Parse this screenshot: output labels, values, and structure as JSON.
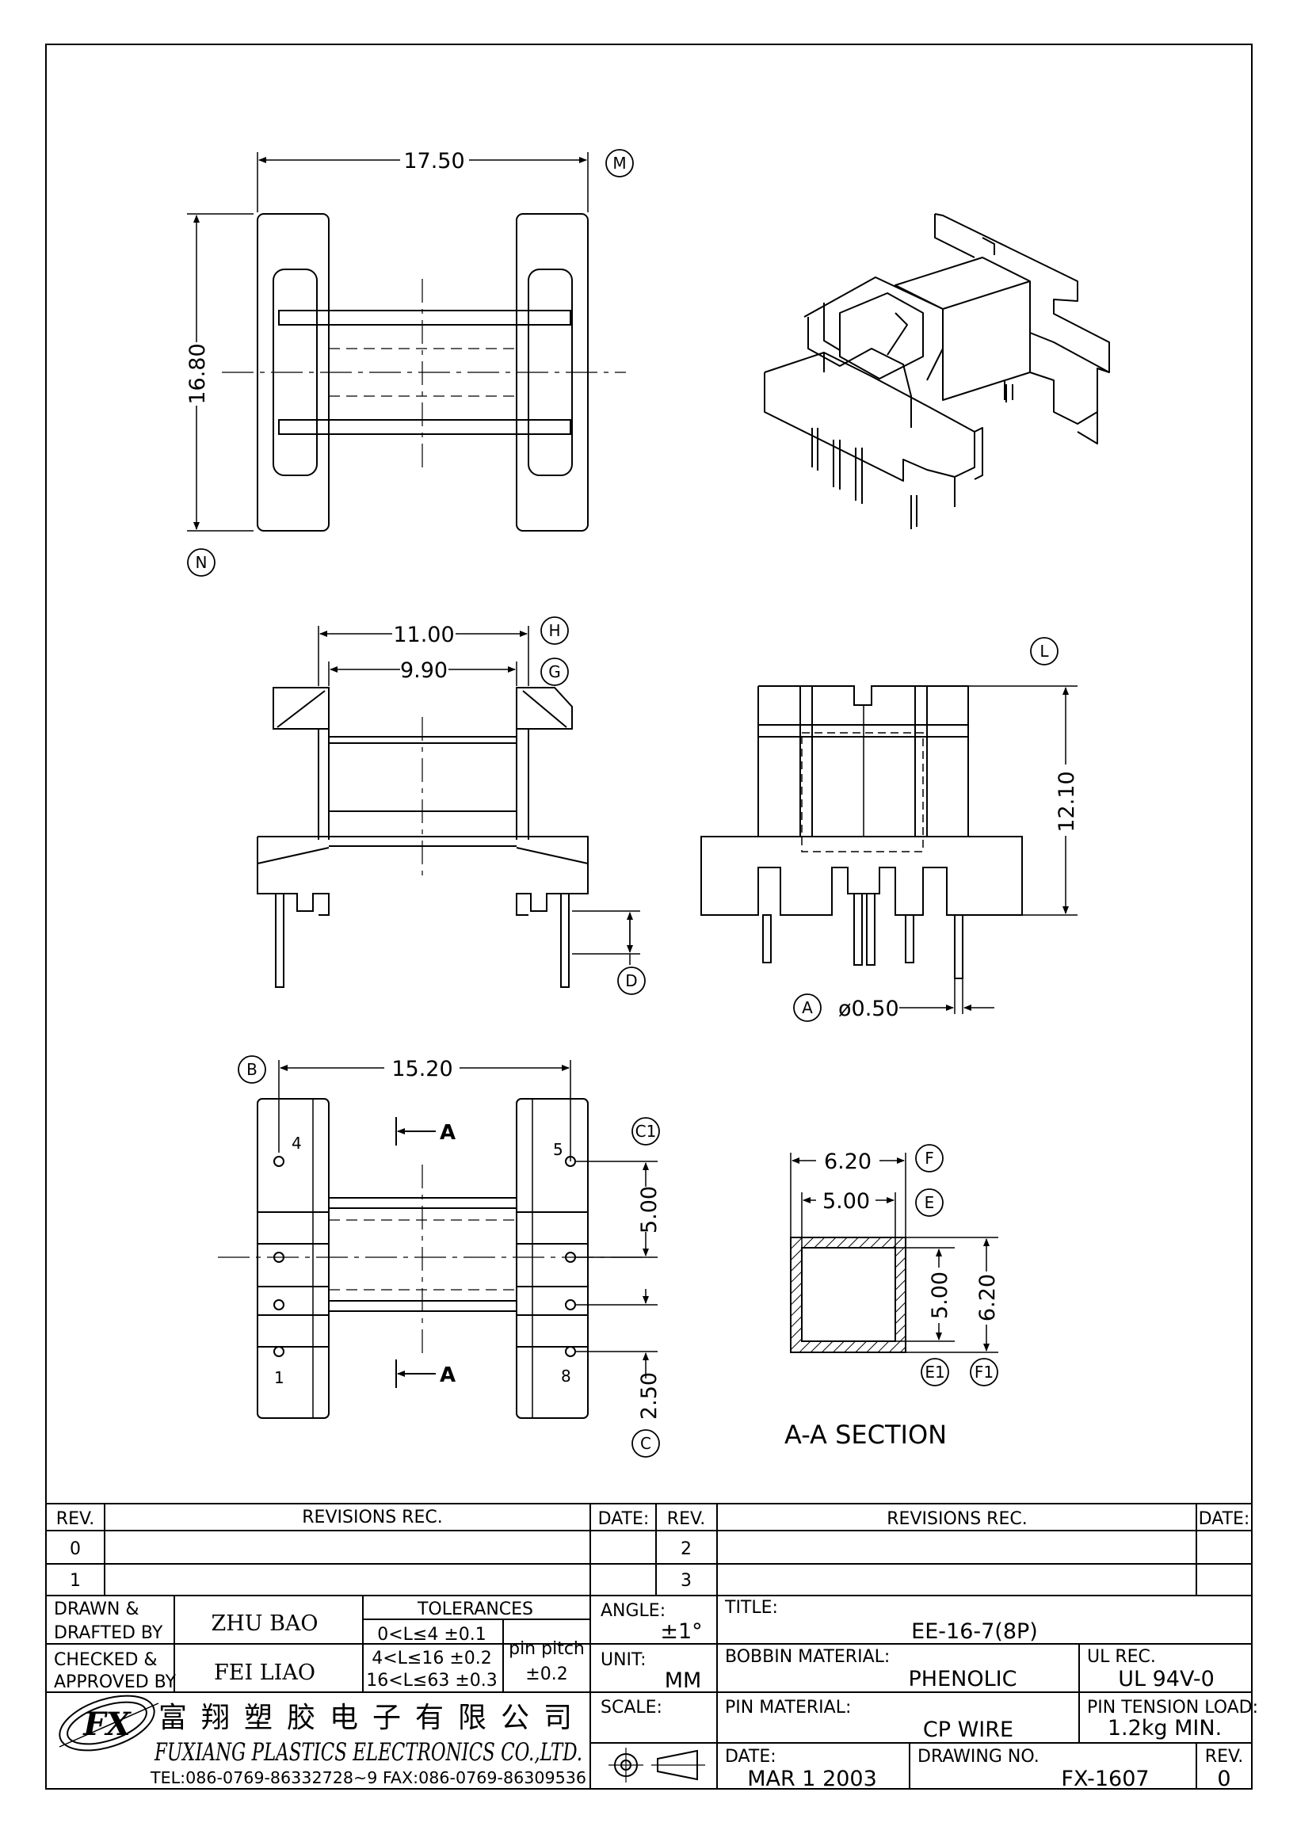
{
  "drawing": {
    "top_view": {
      "dim_width": "17.50",
      "dim_height": "16.80",
      "ref_width": "M",
      "ref_height": "N"
    },
    "side_view": {
      "dim_outer": "11.00",
      "dim_inner": "9.90",
      "ref_outer": "H",
      "ref_inner": "G",
      "ref_pin": "D"
    },
    "front_view": {
      "dim_height": "12.10",
      "ref_height": "L",
      "ref_pin": "A",
      "pin_dia": "ø0.50"
    },
    "bottom_view": {
      "dim_width": "15.20",
      "ref_width": "B",
      "dim_pitch_row": "5.00",
      "ref_pitch_row": "C1",
      "dim_pitch": "2.50",
      "ref_pitch": "C",
      "section_mark": "A",
      "pin_numbers": [
        "4",
        "5",
        "1",
        "8"
      ]
    },
    "section": {
      "dim_outer_w": "6.20",
      "ref_outer_w": "F",
      "dim_inner_w": "5.00",
      "ref_inner_w": "E",
      "dim_inner_h": "5.00",
      "ref_inner_h": "E1",
      "dim_outer_h": "6.20",
      "ref_outer_h": "F1",
      "label": "A-A  SECTION"
    }
  },
  "title_block": {
    "revisions": {
      "h_rev": "REV.",
      "h_rec": "REVISIONS   REC.",
      "h_date": "DATE:",
      "left_revs": [
        "0",
        "1"
      ],
      "right_revs": [
        "2",
        "3"
      ]
    },
    "drawn_label_1": "DRAWN  &",
    "drawn_label_2": "DRAFTED BY",
    "drawn_by": "ZHU BAO",
    "checked_label_1": "CHECKED  &",
    "checked_label_2": "APPROVED BY",
    "checked_by": "FEI LIAO",
    "tolerances_label": "TOLERANCES",
    "tol_rows": [
      "0<L≤4    ±0.1",
      "4<L≤16  ±0.2",
      "16<L≤63  ±0.3"
    ],
    "pin_pitch_label": "pin  pitch",
    "pin_pitch_tol": "±0.2",
    "angle_label": "ANGLE:",
    "angle_value": "±1°",
    "unit_label": "UNIT:",
    "unit_value": "MM",
    "scale_label": "SCALE:",
    "title_label": "TITLE:",
    "title_value": "EE-16-7(8P)",
    "bobbin_label": "BOBBIN  MATERIAL:",
    "bobbin_value": "PHENOLIC",
    "ul_label": "UL  REC.",
    "ul_value": "UL  94V-0",
    "pin_material_label": "PIN  MATERIAL:",
    "pin_material_value": "CP  WIRE",
    "tension_label": "PIN  TENSION  LOAD:",
    "tension_value": "1.2kg  MIN.",
    "date_label": "DATE:",
    "date_value": "MAR  1    2003",
    "drawing_no_label": "DRAWING  NO.",
    "drawing_no_value": "FX-1607",
    "rev_label": "REV.",
    "rev_value": "0",
    "company_cn": "富翔塑胶电子有限公司",
    "company_en": "FUXIANG  PLASTICS  ELECTRONICS  CO.,LTD.",
    "company_contact": "TEL:086-0769-86332728~9   FAX:086-0769-86309536",
    "logo_text": "FX"
  }
}
